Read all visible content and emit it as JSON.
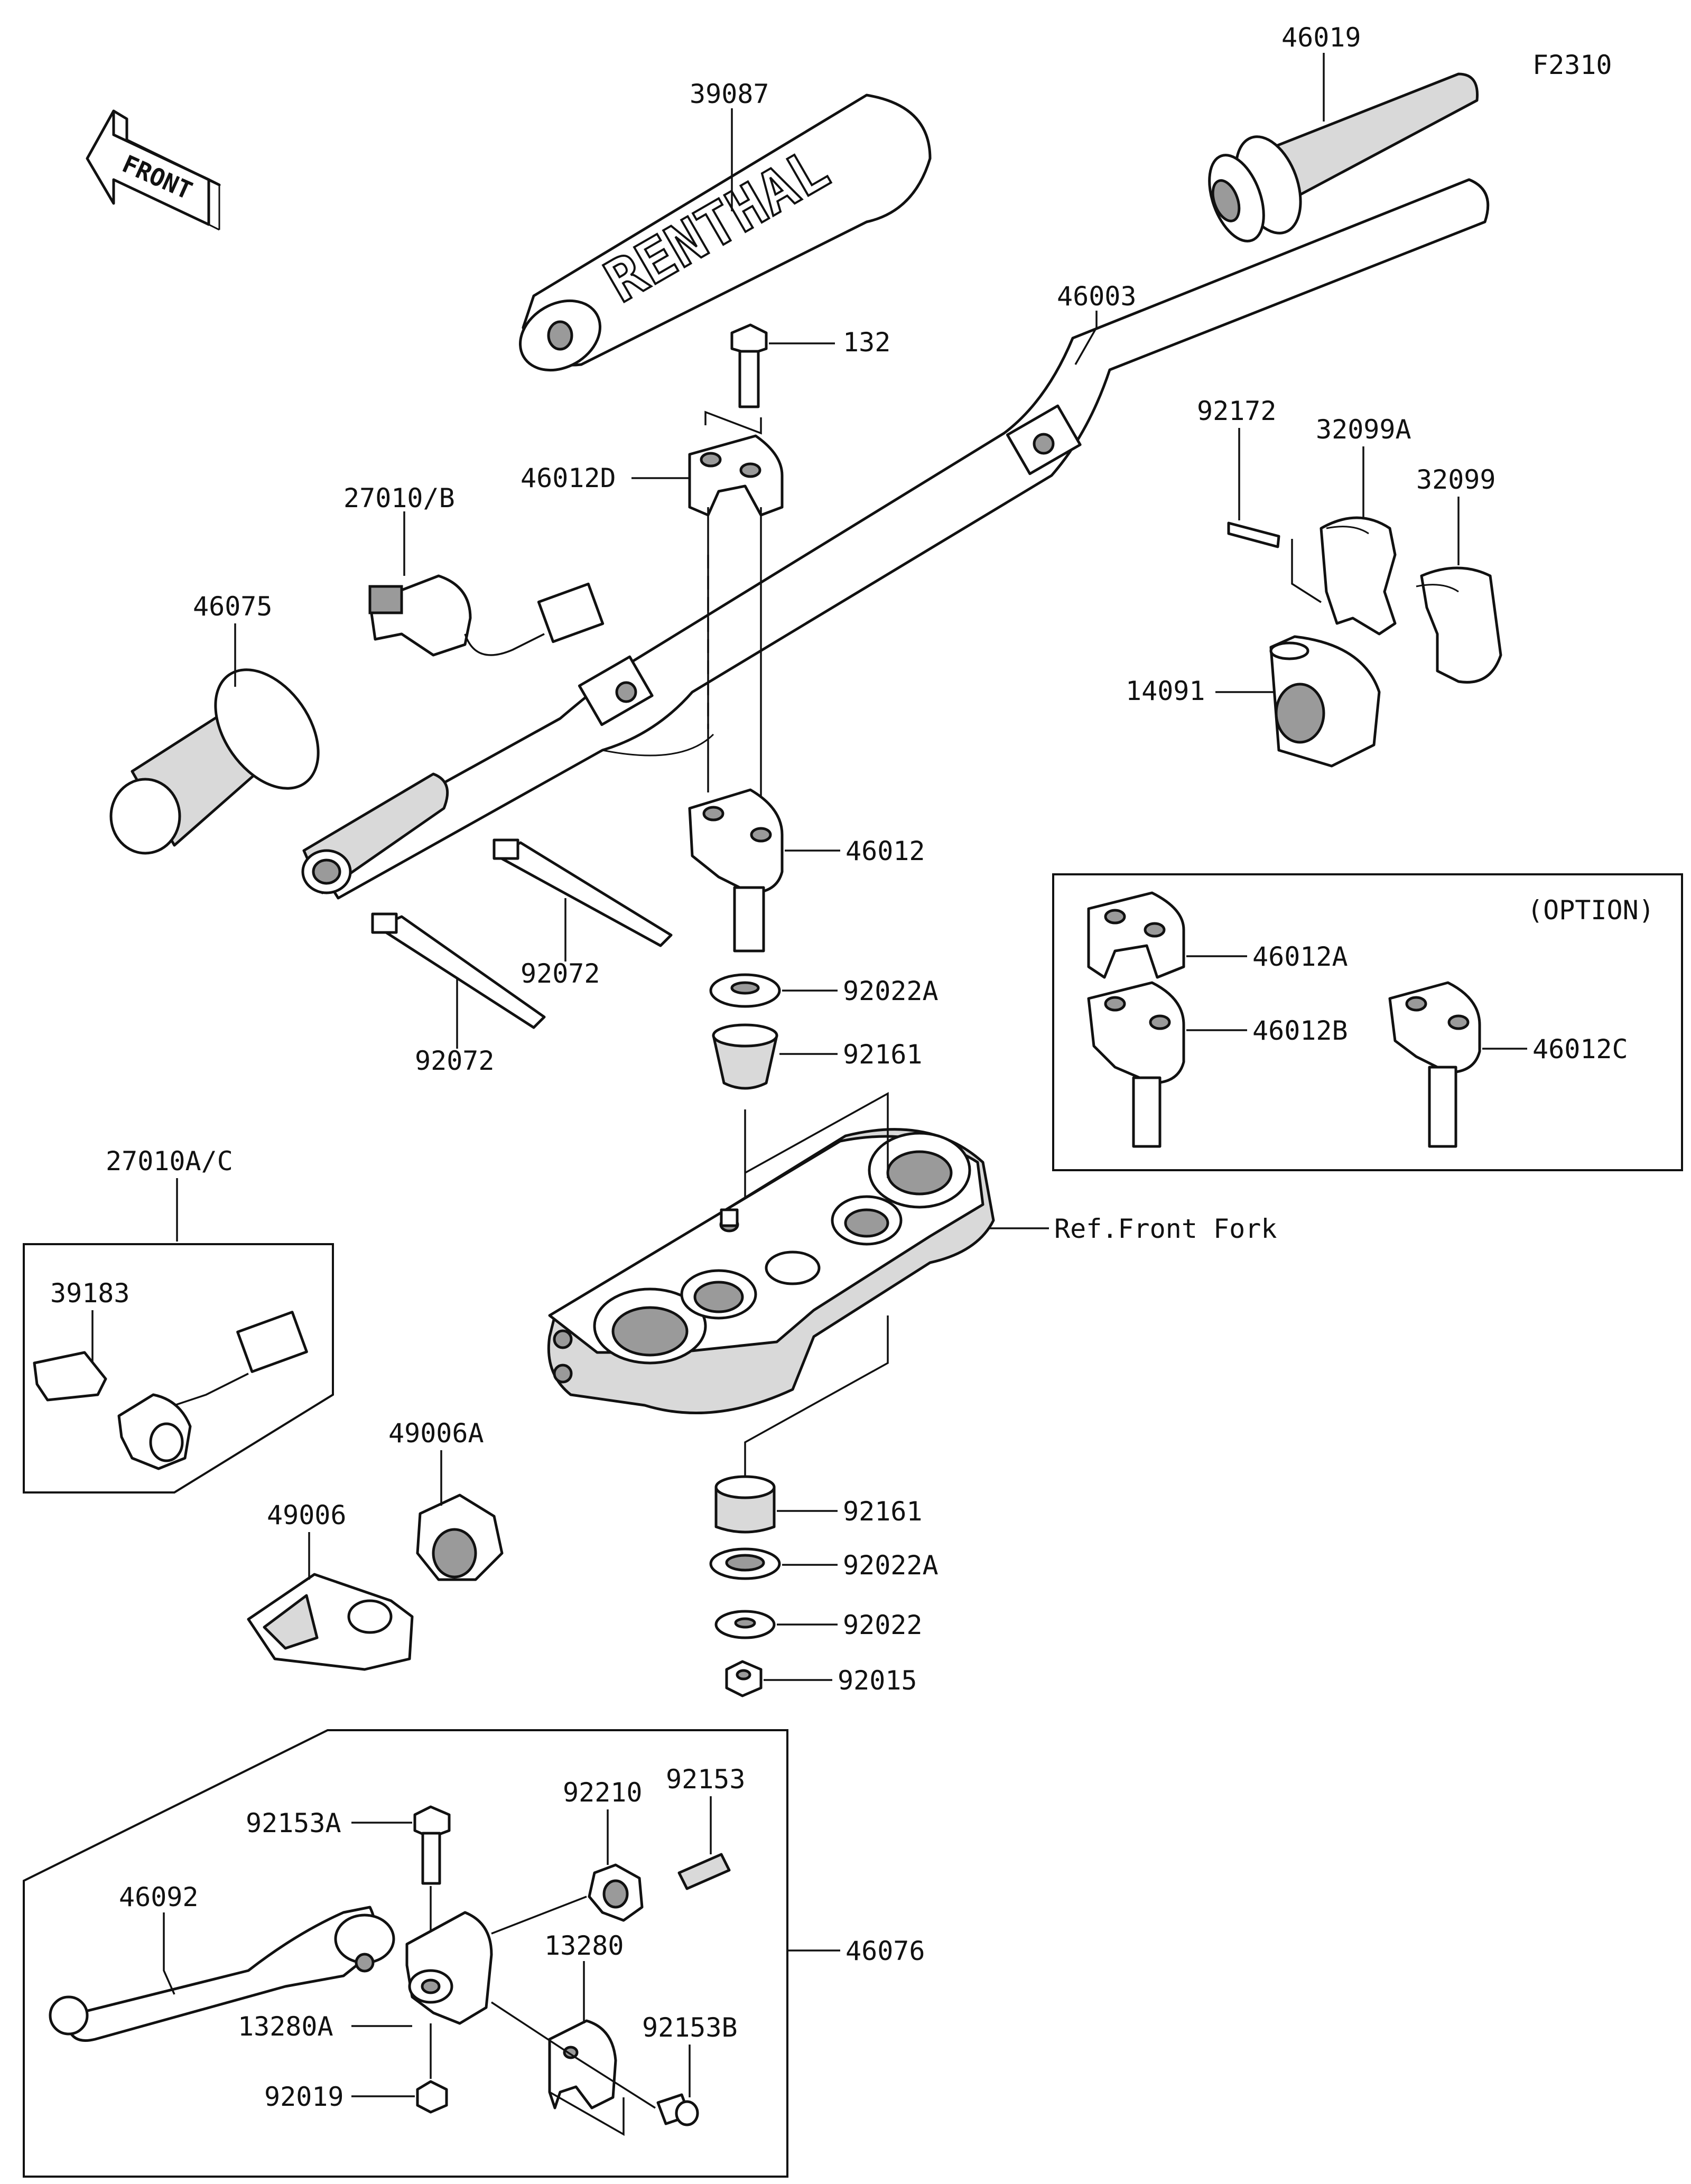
{
  "figure_code": "F2310",
  "front_marker": "FRONT",
  "option_label": "(OPTION)",
  "ref_label": "Ref.Front Fork",
  "pad_brand_text": "RENTHAL",
  "parts": {
    "p39087": "39087",
    "p46019": "46019",
    "p132": "132",
    "p46003": "46003",
    "p46012D": "46012D",
    "p27010B": "27010/B",
    "p92172": "92172",
    "p32099A": "32099A",
    "p32099": "32099",
    "p46075": "46075",
    "p14091": "14091",
    "p46012": "46012",
    "p92072a": "92072",
    "p92072b": "92072",
    "p92022A_top": "92022A",
    "p92161_top": "92161",
    "p46012A": "46012A",
    "p46012B": "46012B",
    "p46012C": "46012C",
    "p27010AC": "27010A/C",
    "p39183": "39183",
    "p49006A": "49006A",
    "p49006": "49006",
    "p92161_bot": "92161",
    "p92022A_bot": "92022A",
    "p92022": "92022",
    "p92015": "92015",
    "p92153A": "92153A",
    "p92210": "92210",
    "p92153": "92153",
    "p46092": "46092",
    "p13280": "13280",
    "p46076": "46076",
    "p13280A": "13280A",
    "p92153B": "92153B",
    "p92019": "92019"
  }
}
